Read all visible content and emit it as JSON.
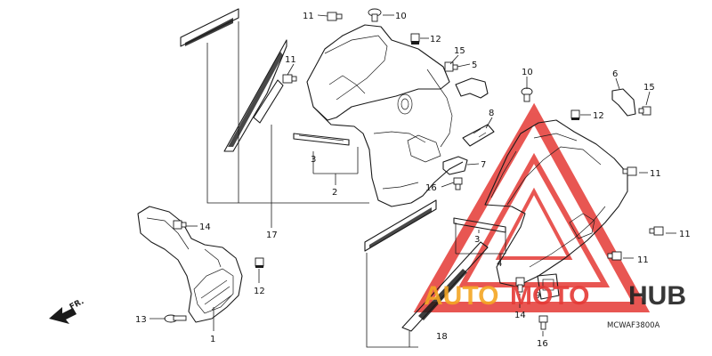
{
  "diagram": {
    "callouts": [
      {
        "id": "c11a",
        "text": "11"
      },
      {
        "id": "c10a",
        "text": "10"
      },
      {
        "id": "c12a",
        "text": "12"
      },
      {
        "id": "c15a",
        "text": "15"
      },
      {
        "id": "c5",
        "text": "5"
      },
      {
        "id": "c11b",
        "text": "11"
      },
      {
        "id": "c8",
        "text": "8"
      },
      {
        "id": "c7",
        "text": "7"
      },
      {
        "id": "c3a",
        "text": "3"
      },
      {
        "id": "c2",
        "text": "2"
      },
      {
        "id": "c16a",
        "text": "16"
      },
      {
        "id": "c17",
        "text": "17"
      },
      {
        "id": "c14a",
        "text": "14"
      },
      {
        "id": "c12b",
        "text": "12"
      },
      {
        "id": "c13",
        "text": "13"
      },
      {
        "id": "c1",
        "text": "1"
      },
      {
        "id": "c10b",
        "text": "10"
      },
      {
        "id": "c12c",
        "text": "12"
      },
      {
        "id": "c6",
        "text": "6"
      },
      {
        "id": "c15b",
        "text": "15"
      },
      {
        "id": "c11c",
        "text": "11"
      },
      {
        "id": "c11d",
        "text": "11"
      },
      {
        "id": "c11e",
        "text": "11"
      },
      {
        "id": "c3b",
        "text": "3"
      },
      {
        "id": "c4",
        "text": "4"
      },
      {
        "id": "c9",
        "text": "9"
      },
      {
        "id": "c14b",
        "text": "14"
      },
      {
        "id": "c16b",
        "text": "16"
      },
      {
        "id": "c18",
        "text": "18"
      }
    ],
    "direction_label": "FR.",
    "figure_code": "MCWAF3800A"
  },
  "watermark": {
    "text_left": "AUTO",
    "text_mid": "MOTO",
    "text_right": "HUB",
    "colors": {
      "red": "#e53935",
      "orange": "#f5a623",
      "dark": "#222222"
    }
  }
}
